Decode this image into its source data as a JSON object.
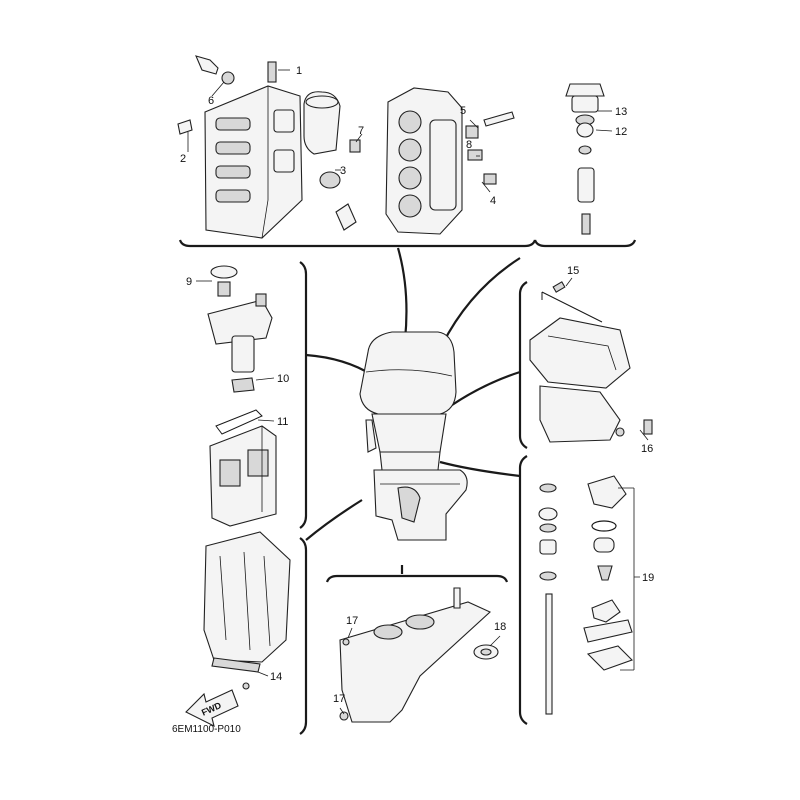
{
  "diagram": {
    "code": "6EM1100-P010",
    "fwd_label": "FWD",
    "callouts": [
      "1",
      "2",
      "3",
      "4",
      "5",
      "6",
      "7",
      "8",
      "9",
      "10",
      "11",
      "12",
      "13",
      "14",
      "15",
      "16",
      "17",
      "17",
      "18",
      "19"
    ]
  }
}
